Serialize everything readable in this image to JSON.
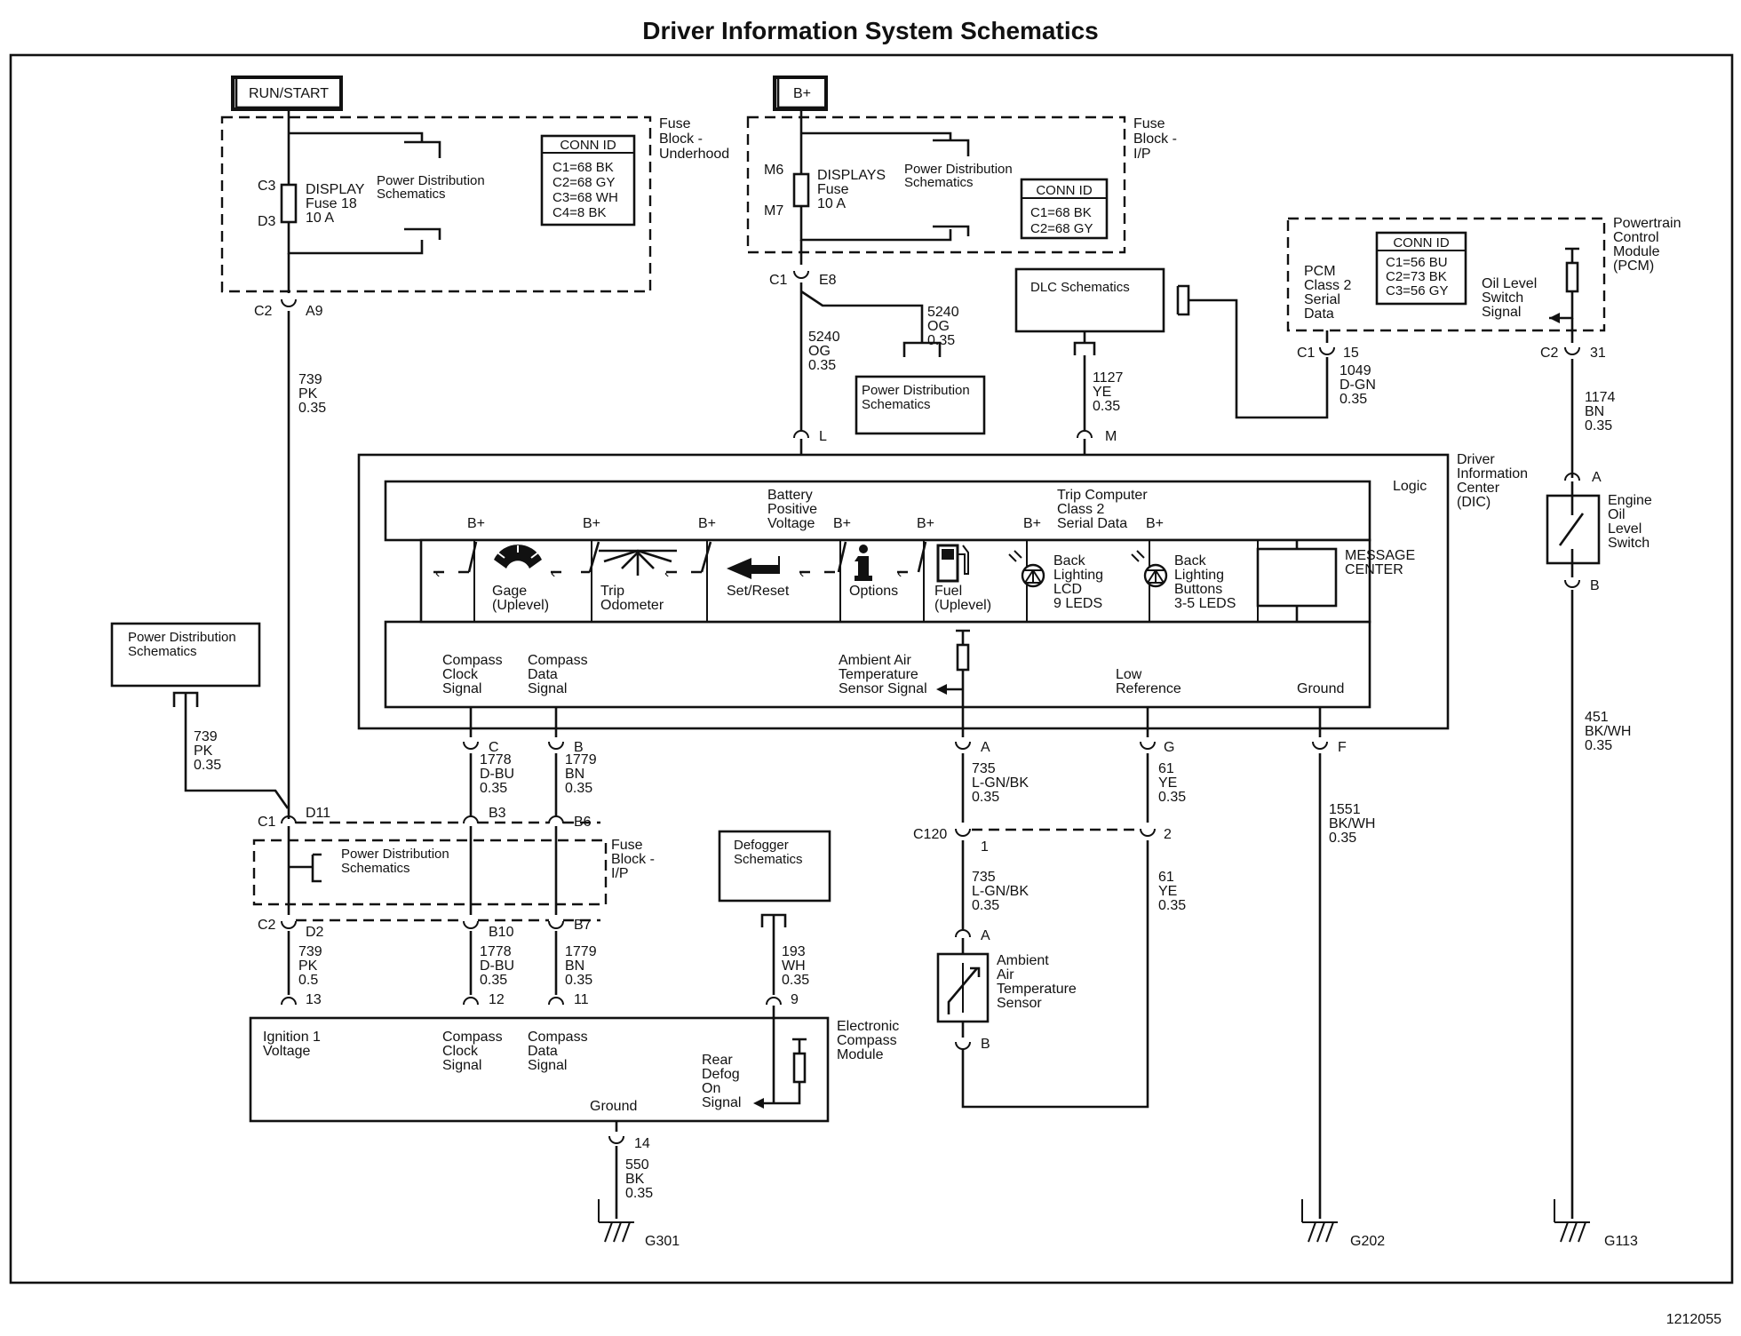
{
  "title": "Driver Information System Schematics",
  "figure_id": "1212055",
  "power_sources": {
    "run_start": "RUN/START",
    "b_plus": "B+"
  },
  "fuse_block_underhood": {
    "label": [
      "Fuse",
      "Block -",
      "Underhood"
    ],
    "conn_id": {
      "header": "CONN ID",
      "rows": [
        "C1=68 BK",
        "C2=68 GY",
        "C3=68 WH",
        "C4=8 BK"
      ]
    },
    "fuse": {
      "name": [
        "DISPLAY",
        "Fuse 18",
        "10 A"
      ],
      "top_pin": "C3",
      "bottom_pin": "D3"
    },
    "pds": [
      "Power Distribution",
      "Schematics"
    ],
    "connector": {
      "id": "C2",
      "pin": "A9"
    }
  },
  "fuse_block_ip": {
    "label": [
      "Fuse",
      "Block -",
      "I/P"
    ],
    "conn_id": {
      "header": "CONN ID",
      "rows": [
        "C1=68 BK",
        "C2=68 GY"
      ]
    },
    "fuse": {
      "name": [
        "DISPLAYS",
        "Fuse",
        "10 A"
      ],
      "top_pin": "M6",
      "bottom_pin": "M7"
    },
    "pds": [
      "Power Distribution",
      "Schematics"
    ],
    "connector": {
      "id": "C1",
      "pin": "E8"
    }
  },
  "pcm": {
    "label": [
      "Powertrain",
      "Control",
      "Module",
      "(PCM)"
    ],
    "conn_id": {
      "header": "CONN ID",
      "rows": [
        "C1=56 BU",
        "C2=73 BK",
        "C3=56 GY"
      ]
    },
    "serial": [
      "PCM",
      "Class 2",
      "Serial",
      "Data"
    ],
    "oil_signal": [
      "Oil Level",
      "Switch",
      "Signal"
    ],
    "c1": {
      "id": "C1",
      "pin": "15"
    },
    "c2": {
      "id": "C2",
      "pin": "31"
    }
  },
  "dlc": {
    "label": "DLC Schematics"
  },
  "pds_boxes": {
    "mid": [
      "Power Distribution",
      "Schematics"
    ],
    "left": [
      "Power Distribution",
      "Schematics"
    ],
    "fuse_ip_lower": [
      "Power Distribution",
      "Schematics"
    ]
  },
  "defogger": [
    "Defogger",
    "Schematics"
  ],
  "wires": {
    "w739_top": [
      "739",
      "PK",
      "0.35"
    ],
    "w5240_left": [
      "5240",
      "OG",
      "0.35"
    ],
    "w5240_right": [
      "5240",
      "OG",
      "0.35"
    ],
    "w1127": [
      "1127",
      "YE",
      "0.35"
    ],
    "w1049": [
      "1049",
      "D-GN",
      "0.35"
    ],
    "w1174": [
      "1174",
      "BN",
      "0.35"
    ],
    "w739_side": [
      "739",
      "PK",
      "0.35"
    ],
    "w1778_top": [
      "1778",
      "D-BU",
      "0.35"
    ],
    "w1779_top": [
      "1779",
      "BN",
      "0.35"
    ],
    "w735_top": [
      "735",
      "L-GN/BK",
      "0.35"
    ],
    "w61_top": [
      "61",
      "YE",
      "0.35"
    ],
    "w1551": [
      "1551",
      "BK/WH",
      "0.35"
    ],
    "w451": [
      "451",
      "BK/WH",
      "0.35"
    ],
    "w739_bot": [
      "739",
      "PK",
      "0.5"
    ],
    "w1778_bot": [
      "1778",
      "D-BU",
      "0.35"
    ],
    "w1779_bot": [
      "1779",
      "BN",
      "0.35"
    ],
    "w193": [
      "193",
      "WH",
      "0.35"
    ],
    "w735_bot": [
      "735",
      "L-GN/BK",
      "0.35"
    ],
    "w61_bot": [
      "61",
      "YE",
      "0.35"
    ],
    "w550": [
      "550",
      "BK",
      "0.35"
    ]
  },
  "dic": {
    "label": [
      "Driver",
      "Information",
      "Center",
      "(DIC)"
    ],
    "logic": "Logic",
    "battery": [
      "Battery",
      "Positive",
      "Voltage"
    ],
    "trip_computer": [
      "Trip Computer",
      "Class 2",
      "Serial Data"
    ],
    "bplus": "B+",
    "pin_l": "L",
    "pin_m": "M",
    "buttons": {
      "gage": [
        "Gage",
        "(Uplevel)"
      ],
      "trip": [
        "Trip",
        "Odometer"
      ],
      "setreset": "Set/Reset",
      "options": "Options",
      "fuel": [
        "Fuel",
        "(Uplevel)"
      ],
      "lcd": [
        "Back",
        "Lighting",
        "LCD",
        "9 LEDS"
      ],
      "buttons_led": [
        "Back",
        "Lighting",
        "Buttons",
        "3-5 LEDS"
      ]
    },
    "message_center": [
      "MESSAGE",
      "CENTER"
    ],
    "compass_clock": [
      "Compass",
      "Clock",
      "Signal"
    ],
    "compass_data": [
      "Compass",
      "Data",
      "Signal"
    ],
    "ambient_signal": [
      "Ambient Air",
      "Temperature",
      "Sensor Signal"
    ],
    "low_ref": [
      "Low",
      "Reference"
    ],
    "ground": "Ground",
    "pins": {
      "c": "C",
      "b": "B",
      "a": "A",
      "g": "G",
      "f": "F"
    }
  },
  "lower_junction": {
    "c1": "C1",
    "d11": "D11",
    "b3": "B3",
    "b6": "B6",
    "c2": "C2",
    "d2": "D2",
    "b10": "B10",
    "b7": "B7",
    "label": [
      "Fuse",
      "Block -",
      "I/P"
    ]
  },
  "c120": {
    "id": "C120",
    "pin1": "1",
    "pin2": "2"
  },
  "ambient_sensor": {
    "label": [
      "Ambient",
      "Air",
      "Temperature",
      "Sensor"
    ],
    "pin_a": "A",
    "pin_b": "B"
  },
  "oil_switch": {
    "label": [
      "Engine",
      "Oil",
      "Level",
      "Switch"
    ],
    "pin_a": "A",
    "pin_b": "B"
  },
  "compass": {
    "label": [
      "Electronic",
      "Compass",
      "Module"
    ],
    "ignition": [
      "Ignition 1",
      "Voltage"
    ],
    "clock": [
      "Compass",
      "Clock",
      "Signal"
    ],
    "data": [
      "Compass",
      "Data",
      "Signal"
    ],
    "defog": [
      "Rear",
      "Defog",
      "On",
      "Signal"
    ],
    "ground": "Ground",
    "pins": {
      "p13": "13",
      "p12": "12",
      "p11": "11",
      "p9": "9",
      "p14": "14"
    }
  },
  "grounds": {
    "g301": "G301",
    "g202": "G202",
    "g113": "G113"
  }
}
